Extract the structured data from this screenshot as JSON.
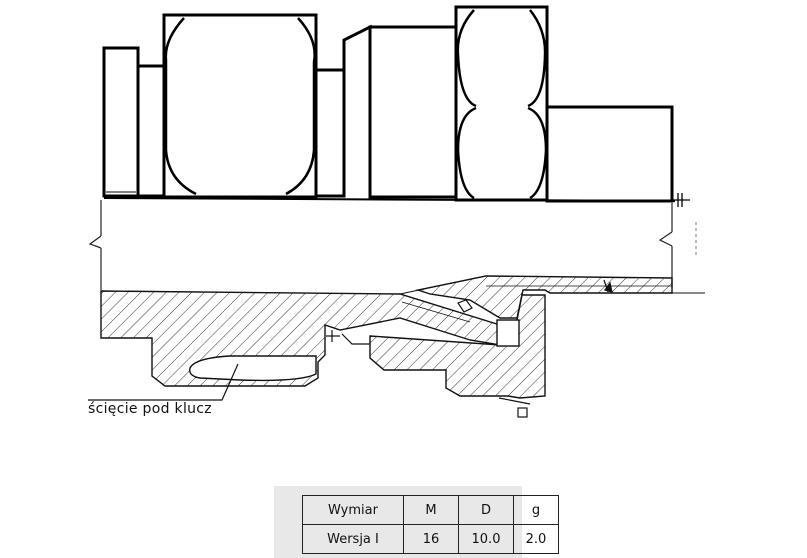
{
  "callout": {
    "label": "ścięcie pod klucz"
  },
  "dimensions_table": {
    "headers": [
      "Wymiar",
      "M",
      "D",
      "g"
    ],
    "rows": [
      [
        "Wersja I",
        "16",
        "10.0",
        "2.0"
      ]
    ]
  },
  "symbols": {
    "surface_mark": "II"
  },
  "colors": {
    "line": "#000000",
    "hatch": "#333333",
    "table_shade": "#e8e8e8"
  }
}
